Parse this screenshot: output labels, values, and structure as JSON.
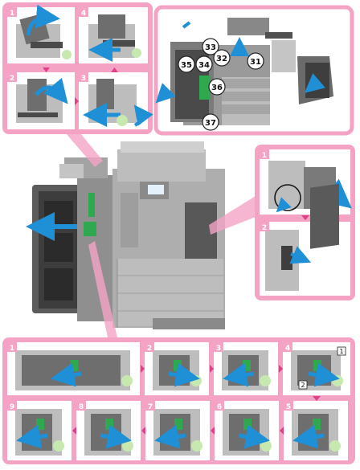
{
  "colors": {
    "frame": "#f4a3c4",
    "arrow_blue": "#1f8fd6",
    "green": "#2fa84f",
    "light_green": "#c7e9b0",
    "gray_dark": "#555555",
    "gray_mid": "#8c8c8c",
    "gray_light": "#d9d9d9"
  },
  "top_left_panel": {
    "steps": [
      {
        "num": "1",
        "icon": "cover-open-icon"
      },
      {
        "num": "4",
        "icon": "cover-close-icon"
      },
      {
        "num": "2",
        "icon": "inner-cover-open-icon"
      },
      {
        "num": "3",
        "icon": "paper-remove-icon"
      }
    ]
  },
  "top_right_panel": {
    "callouts": [
      "33",
      "32",
      "35",
      "34",
      "31",
      "36",
      "37"
    ]
  },
  "right_panel": {
    "steps": [
      {
        "num": "1",
        "icon": "side-door-open-icon"
      },
      {
        "num": "2",
        "icon": "jam-clear-icon"
      }
    ]
  },
  "bottom_panel": {
    "row1": [
      {
        "num": "1",
        "icon": "front-door-open-icon"
      },
      {
        "num": "2",
        "icon": "tray-pull-icon"
      },
      {
        "num": "3",
        "icon": "lever-press-icon"
      },
      {
        "num": "4",
        "icon": "unit-rotate-icon",
        "sub": [
          "1",
          "2"
        ]
      }
    ],
    "row2": [
      {
        "num": "9",
        "icon": "unit-return-icon"
      },
      {
        "num": "8",
        "icon": "unit-insert-icon"
      },
      {
        "num": "7",
        "icon": "knob-turn-icon"
      },
      {
        "num": "6",
        "icon": "dial-rotate-icon"
      },
      {
        "num": "5",
        "icon": "unit-lift-icon"
      }
    ]
  }
}
